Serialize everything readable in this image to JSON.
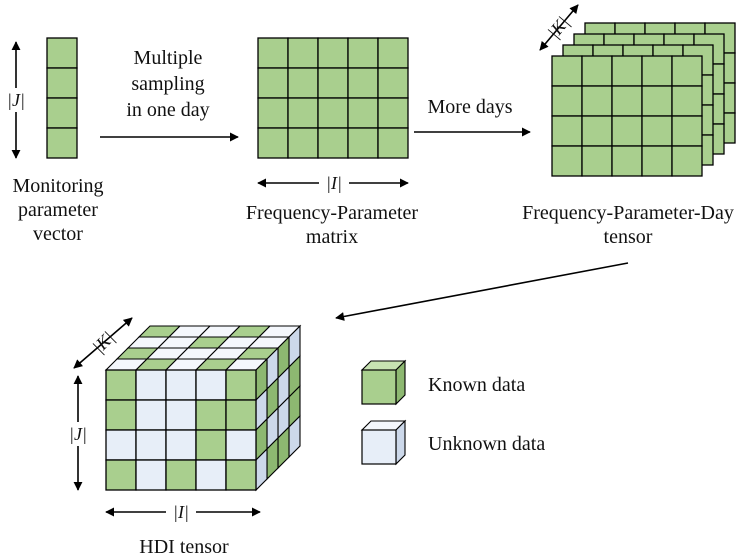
{
  "colors": {
    "known": "#a9cf8e",
    "known_top": "#c7e2b2",
    "known_side": "#8db871",
    "unknown": "#e7eef8",
    "unknown_top": "#f4f7fc",
    "unknown_side": "#ccd8ea",
    "stroke": "#000000"
  },
  "vector": {
    "dim_label": "|J|",
    "caption": [
      "Monitoring",
      "parameter",
      "vector"
    ]
  },
  "arrow1_text": [
    "Multiple",
    "sampling",
    "in one day"
  ],
  "matrix": {
    "dim_label": "|I|",
    "caption": [
      "Frequency-Parameter",
      "matrix"
    ]
  },
  "arrow2_text": "More days",
  "tensor": {
    "dim_label": "|K|",
    "caption": [
      "Frequency-Parameter-Day",
      "tensor"
    ]
  },
  "hdi": {
    "dim_i": "|I|",
    "dim_j": "|J|",
    "dim_k": "|K|",
    "caption": "HDI tensor",
    "known_front_pattern": [
      [
        1,
        0,
        0,
        0,
        1
      ],
      [
        1,
        0,
        0,
        1,
        1
      ],
      [
        0,
        0,
        0,
        1,
        0
      ],
      [
        1,
        0,
        1,
        0,
        1
      ]
    ]
  },
  "legend": {
    "known": "Known data",
    "unknown": "Unknown data"
  }
}
